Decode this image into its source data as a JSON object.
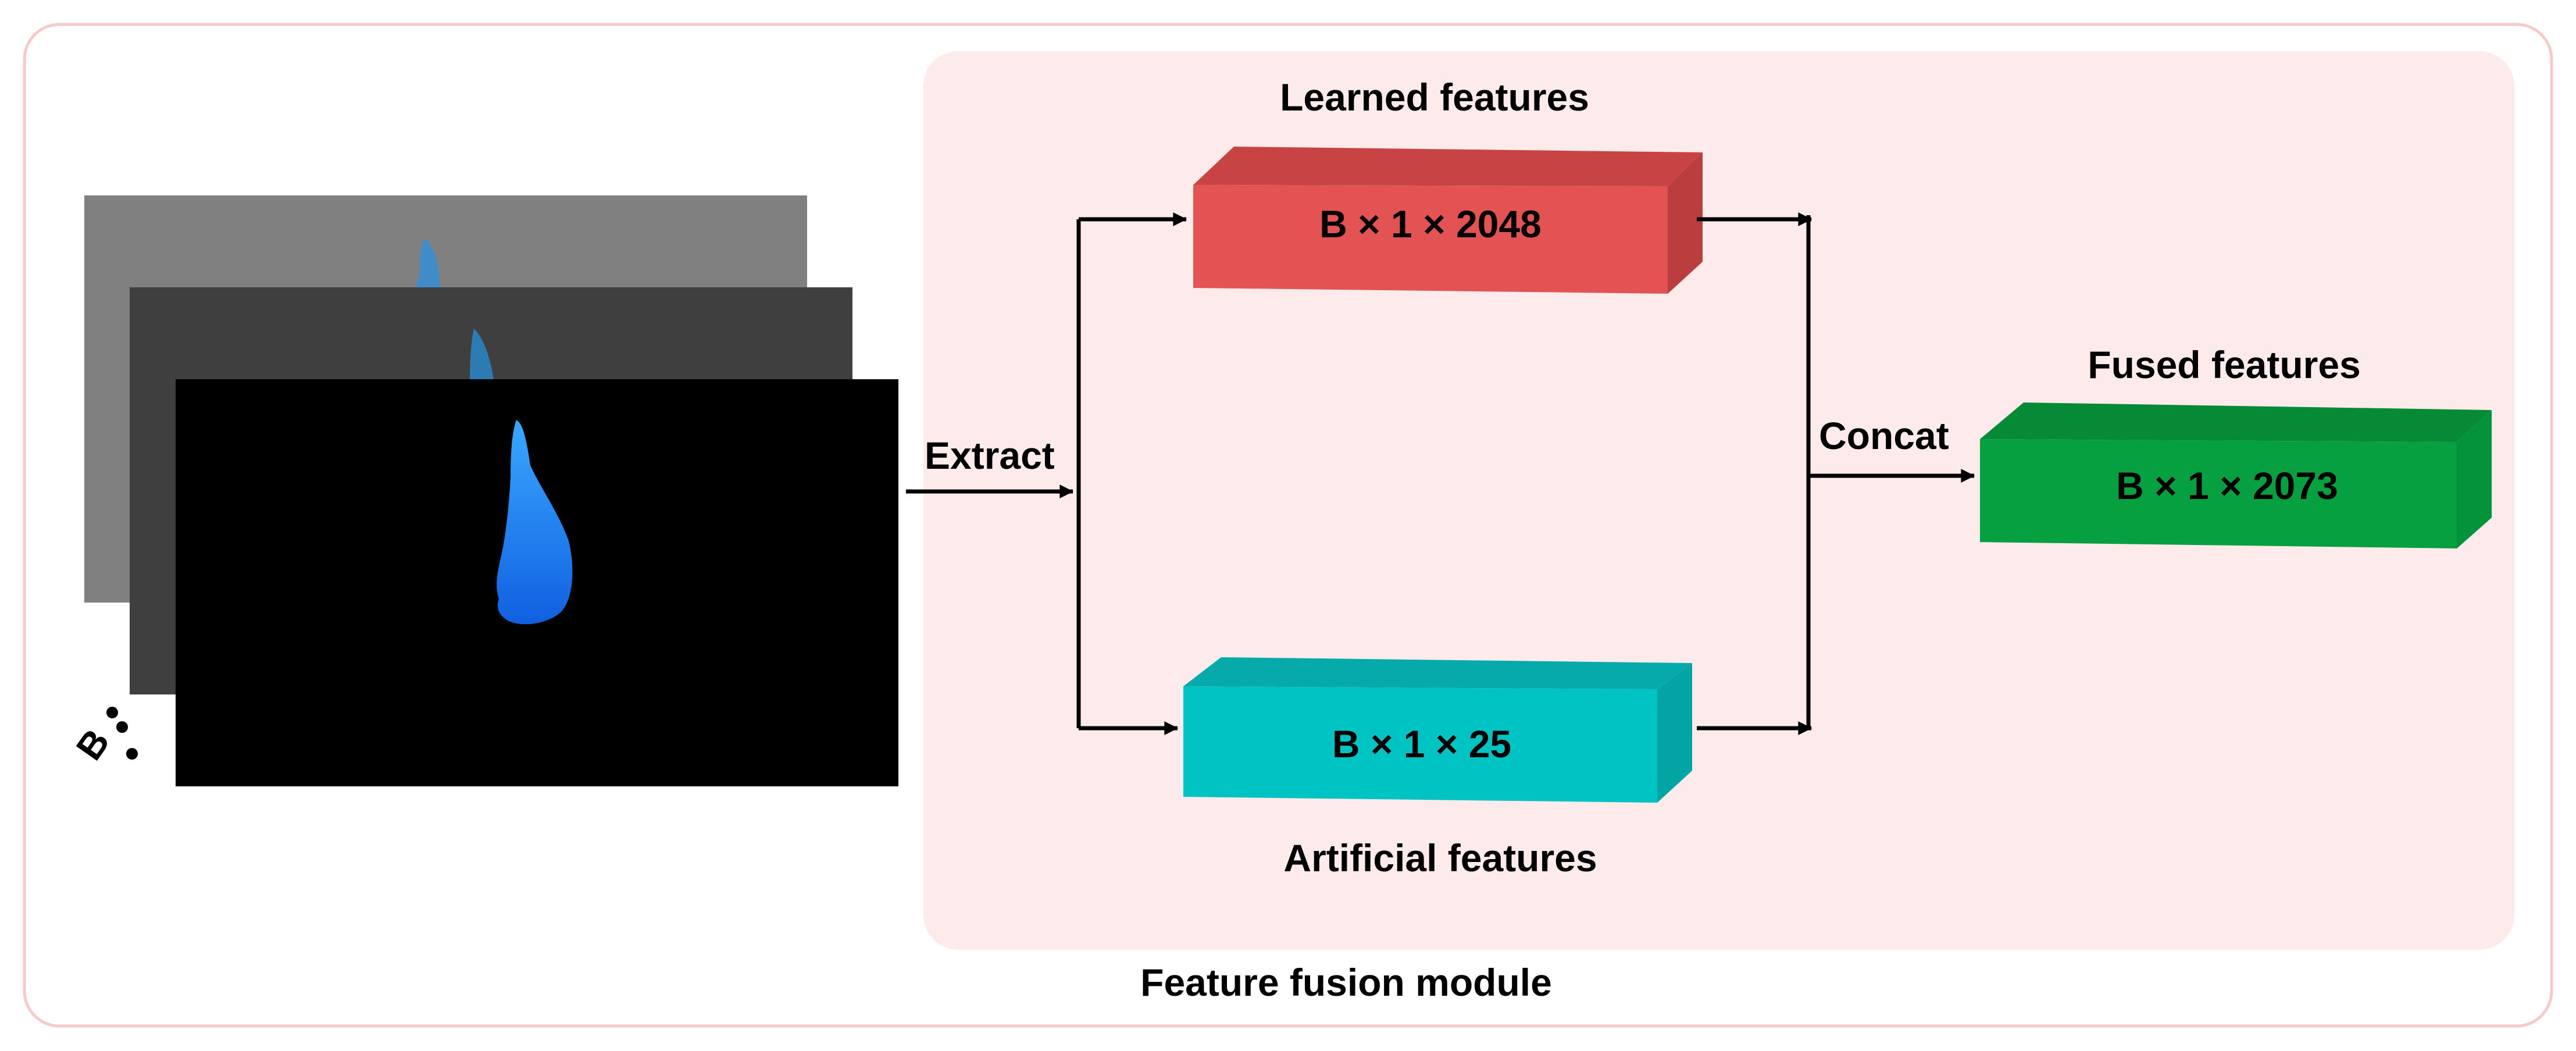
{
  "labels": {
    "batch_marker": "B",
    "extract": "Extract",
    "concat": "Concat",
    "learned_title": "Learned features",
    "learned_dim": "B × 1 × 2048",
    "artificial_title": "Artificial features",
    "artificial_dim": "B × 1 × 25",
    "fused_title": "Fused features",
    "fused_dim": "B × 1 × 2073",
    "module_caption": "Feature fusion module"
  },
  "colors": {
    "outer_border": "#f6caca",
    "module_background": "#fdeaea",
    "learned_block": "#e35353",
    "artificial_block": "#00c4c4",
    "fused_block": "#06a040",
    "blob": "#1e90ff"
  }
}
